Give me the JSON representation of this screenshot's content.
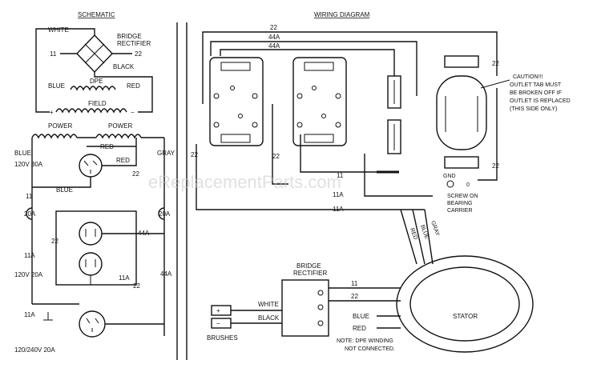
{
  "headers": {
    "schematic": "SCHEMATIC",
    "wiring": "WIRING DIAGRAM"
  },
  "watermark": "eReplacementParts.com",
  "schematic": {
    "white": "WHITE",
    "bridge_rectifier": [
      "BRIDGE",
      "RECTIFIER"
    ],
    "w11": "11",
    "w22": "22",
    "black": "BLACK",
    "dpe": "DPE",
    "blue": "BLUE",
    "red": "RED",
    "field": "FIELD",
    "plus": "+",
    "minus": "−",
    "power_1": "POWER",
    "power_2": "POWER",
    "blue_left": "BLUE",
    "red_mid": "RED",
    "gray": "GRAY",
    "outlet_30a": "120V 30A",
    "red_recept": "RED",
    "w22_mid": "22",
    "blue_bottom": "BLUE",
    "w11_left": "11",
    "breaker_left": "20A",
    "breaker_right": "20A",
    "w22_dup": "22",
    "w44a": "44A",
    "w11a_left": "11A",
    "outlet_20a": "120V 20A",
    "w11a_right": "11A",
    "w44a_right": "44A",
    "w22_right": "22",
    "w11a_bottom": "11A",
    "outlet_240": "120/240V 20A"
  },
  "wiring": {
    "w22_top": "22",
    "w44a_top": "44A",
    "w44a_top2": "44A",
    "w22_right": "22",
    "w22_left": "22",
    "w22_mid": "22",
    "w11_mid": "11",
    "w22_right_low": "22",
    "caution": [
      "CAUTION!!!",
      "OUTLET TAB MUST",
      "BE BROKEN OFF IF",
      "OUTLET IS REPLACED",
      "(THIS SIDE ONLY)"
    ],
    "gnd": "GND",
    "gnd_num": "0",
    "screw": [
      "SCREW ON",
      "BEARING",
      "CARRIER"
    ],
    "w11a_1": "11A",
    "w11a_2": "11A",
    "gray": "GRAY",
    "blue": "BLUE",
    "red": "RED",
    "bridge_rectifier": [
      "BRIDGE",
      "RECTIFIER"
    ],
    "w11": "11",
    "w22": "22",
    "white": "WHITE",
    "black": "BLACK",
    "stator": "STATOR",
    "blue_lead": "BLUE",
    "red_lead": "RED",
    "brushes": "BRUSHES",
    "brush_plus": "+",
    "brush_minus": "−",
    "note": [
      "NOTE: DPE WINDING",
      "NOT CONNECTED."
    ]
  }
}
